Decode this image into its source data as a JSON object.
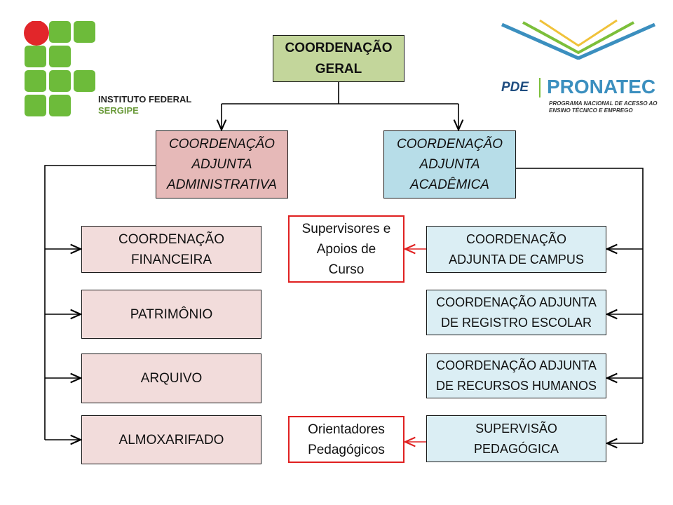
{
  "logos": {
    "left": {
      "line1": "INSTITUTO FEDERAL",
      "line2": "SERGIPE"
    },
    "right": {
      "pde": "PDE",
      "name": "PRONATEC",
      "subtitle1": "PROGRAMA NACIONAL DE ACESSO AO",
      "subtitle2": "ENSINO TÉCNICO E EMPREGO"
    }
  },
  "nodes": {
    "geral": "COORDENAÇÃO\nGERAL",
    "adm": "COORDENAÇÃO\nADJUNTA\nADMINISTRATIVA",
    "acad": "COORDENAÇÃO\nADJUNTA\nACADÊMICA",
    "left": [
      "COORDENAÇÃO\nFINANCEIRA",
      "PATRIMÔNIO",
      "ARQUIVO",
      "ALMOXARIFADO"
    ],
    "right": [
      "COORDENAÇÃO\nADJUNTA DE CAMPUS",
      "COORDENAÇÃO ADJUNTA\nDE REGISTRO ESCOLAR",
      "COORDENAÇÃO ADJUNTA\nDE RECURSOS HUMANOS",
      "SUPERVISÃO\nPEDAGÓGICA"
    ],
    "supervisores": "Supervisores e\nApoios de\nCurso",
    "orientadores": "Orientadores\nPedagógicos"
  },
  "colors": {
    "geral": "#c3d69b",
    "adm": "#e6b9b8",
    "acad": "#b7dde8",
    "red": "#e02020"
  }
}
